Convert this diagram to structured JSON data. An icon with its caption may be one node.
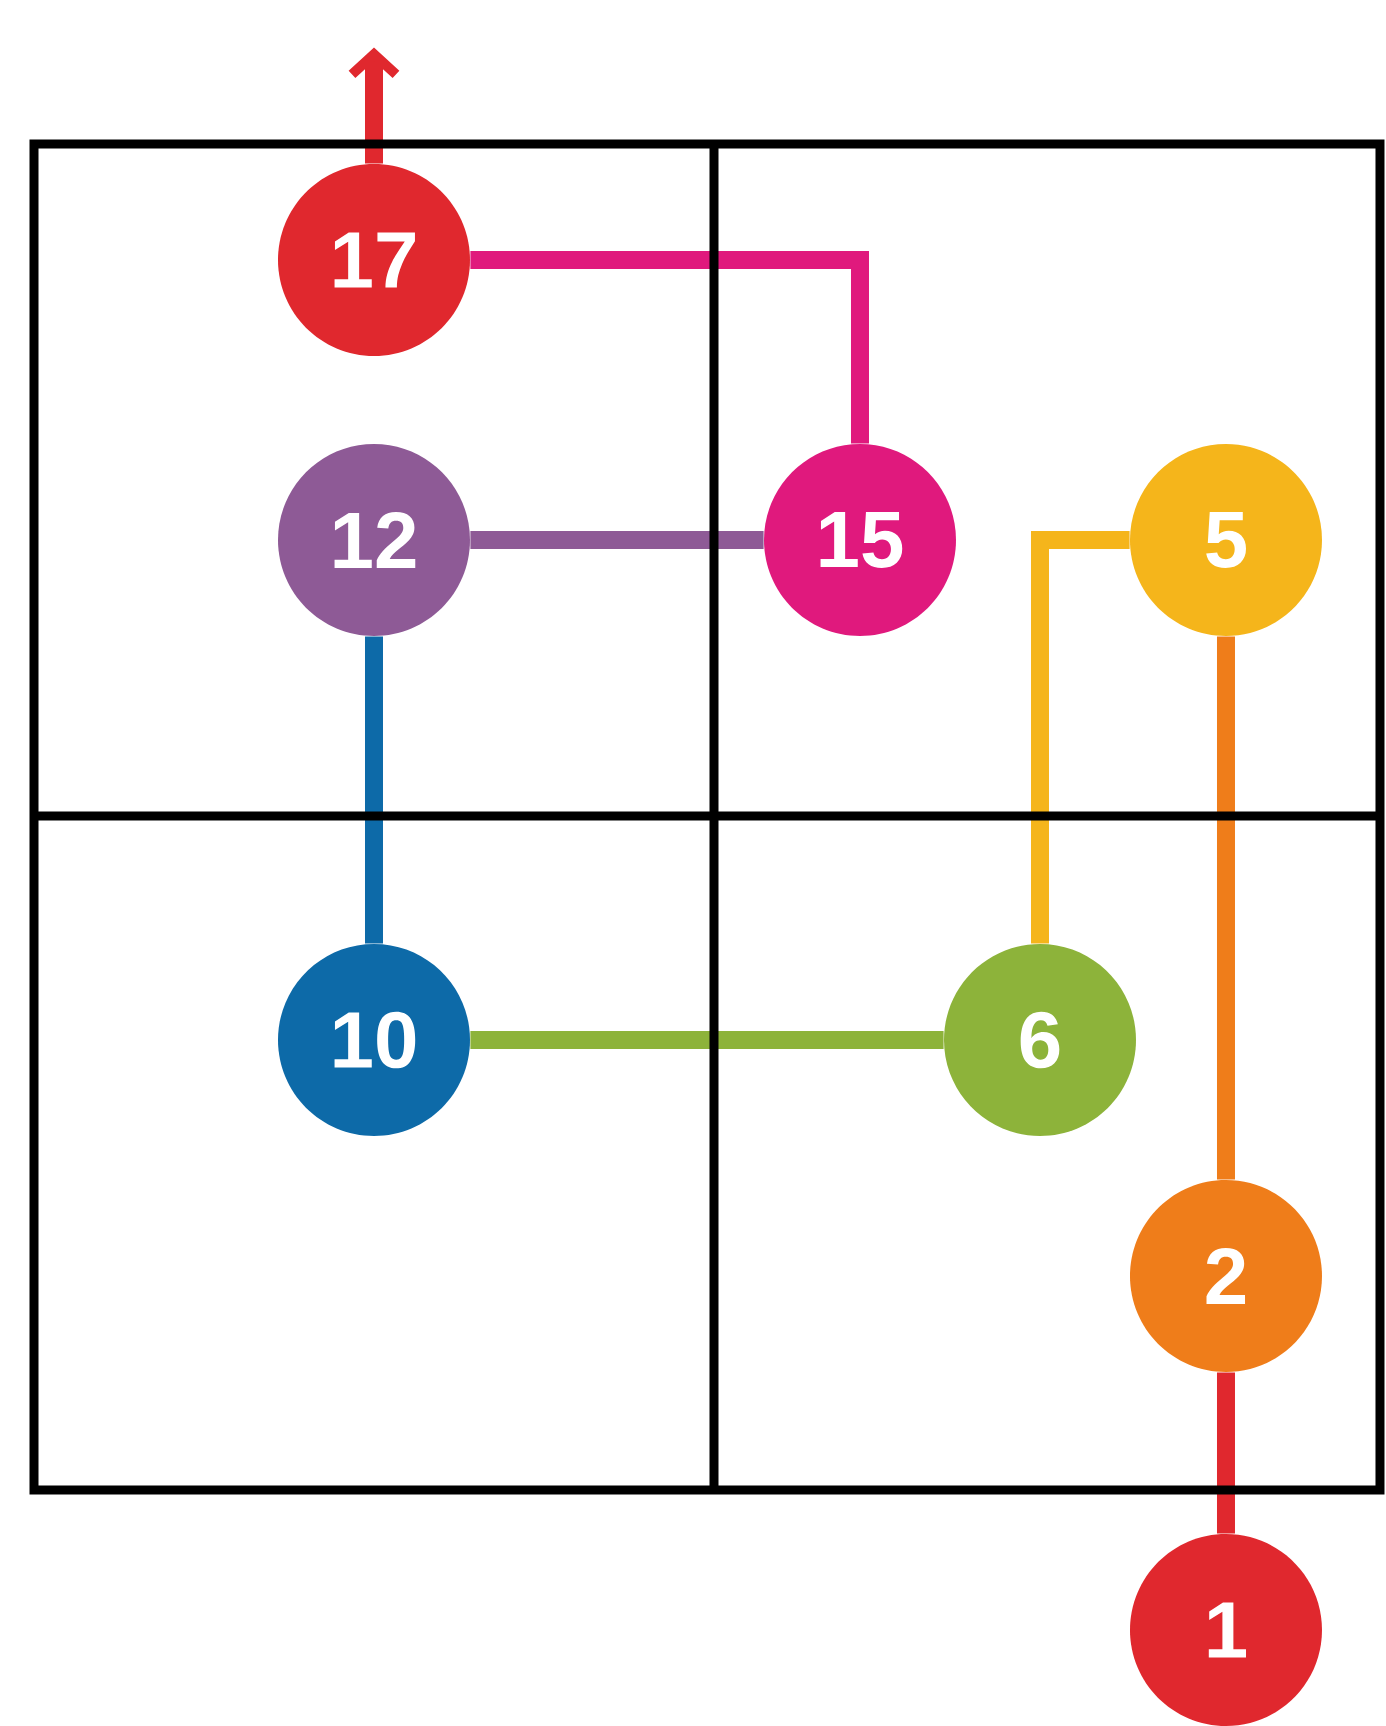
{
  "diagram": {
    "nodes": [
      {
        "text": [
          "1"
        ]
      },
      {
        "text": [
          "2"
        ]
      },
      {
        "text": [
          "5"
        ]
      },
      {
        "text": [
          "6"
        ]
      },
      {
        "text": [
          "10"
        ]
      },
      {
        "text": [
          "12"
        ]
      },
      {
        "text": [
          "15"
        ]
      },
      {
        "text": [
          "17"
        ]
      }
    ],
    "edges": [
      {
        "from": 0,
        "to": 1,
        "arrow": "none",
        "color": "#e0282e"
      },
      {
        "from": 1,
        "to": 2,
        "arrow": "none",
        "color": "#ef7d1a"
      },
      {
        "from": 2,
        "to": 3,
        "arrow": "none",
        "color": "#f5b51b"
      },
      {
        "from": 3,
        "to": 4,
        "arrow": "none",
        "color": "#8db33a"
      },
      {
        "from": 4,
        "to": 5,
        "arrow": "none",
        "color": "#0d6aa8"
      },
      {
        "from": 5,
        "to": 6,
        "arrow": "none",
        "color": "#8e5a96"
      },
      {
        "from": 6,
        "to": 7,
        "arrow": "none",
        "color": "#e0197d"
      },
      {
        "from": 7,
        "to": null,
        "arrow": "to",
        "color": "#e0282e"
      }
    ]
  }
}
